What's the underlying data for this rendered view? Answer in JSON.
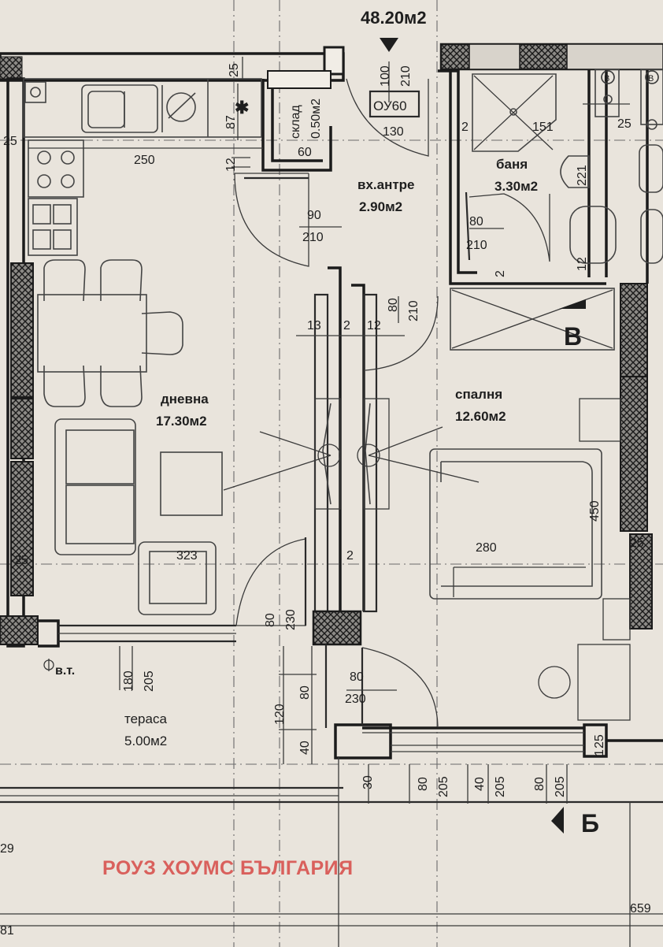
{
  "header": {
    "total_area": "48.20м2"
  },
  "rooms": {
    "living": {
      "name": "дневна",
      "area": "17.30м2"
    },
    "bedroom": {
      "name": "спалня",
      "area": "12.60м2"
    },
    "entrance": {
      "name": "вх.антре",
      "area": "2.90м2"
    },
    "bathroom": {
      "name": "баня",
      "area": "3.30м2"
    },
    "storage": {
      "name": "склад",
      "area": "0.50м2"
    },
    "terrace": {
      "name": "тераса",
      "area": "5.00м2"
    }
  },
  "door_labels": {
    "entry_door": "ОУ60"
  },
  "dimensions": {
    "d25_top": "25",
    "d100": "100",
    "d210_entry": "210",
    "d130": "130",
    "d87": "87",
    "d25_left": "25",
    "d250": "250",
    "d12_a": "12",
    "d60": "60",
    "d90": "90",
    "d210_living_door": "210",
    "d151": "151",
    "d2_bath": "2",
    "d221": "221",
    "d80_bath": "80",
    "d210_bath": "210",
    "d25_bath_right": "25",
    "d12_bath": "12",
    "d2_bath_low": "2",
    "d80_bed_door": "80",
    "d210_bed_door": "210",
    "d13": "13",
    "d2_mid": "2",
    "d12_mid": "12",
    "d323": "323",
    "d25_lower_left": "25",
    "d2_lower_mid": "2",
    "d280": "280",
    "d450": "450",
    "d25_right": "25",
    "d80_terr_door": "80",
    "d230_terr_door": "230",
    "d80_bot_door": "80",
    "d230_bot_door": "230",
    "d180": "180",
    "d205_win": "205",
    "vt_label": "в.т.",
    "d120": "120",
    "d80_vert": "80",
    "d40_vert": "40",
    "d25_bottom_right": "25",
    "d1_bottom_right": "1",
    "d30": "30",
    "d80_w1": "80",
    "d205_w1": "205",
    "d40_w2": "40",
    "d205_w2": "205",
    "d80_w3": "80",
    "d205_w3": "205",
    "d29": "29",
    "d81": "81",
    "d659": "659"
  },
  "section_marks": {
    "b_right": "B",
    "b_bottom": "Б"
  },
  "watermark": "РОУЗ ХОУМС БЪЛГАРИЯ",
  "colors": {
    "paper": "#e9e4dc",
    "ink": "#1e1e1e",
    "watermark": "#d9605c"
  }
}
